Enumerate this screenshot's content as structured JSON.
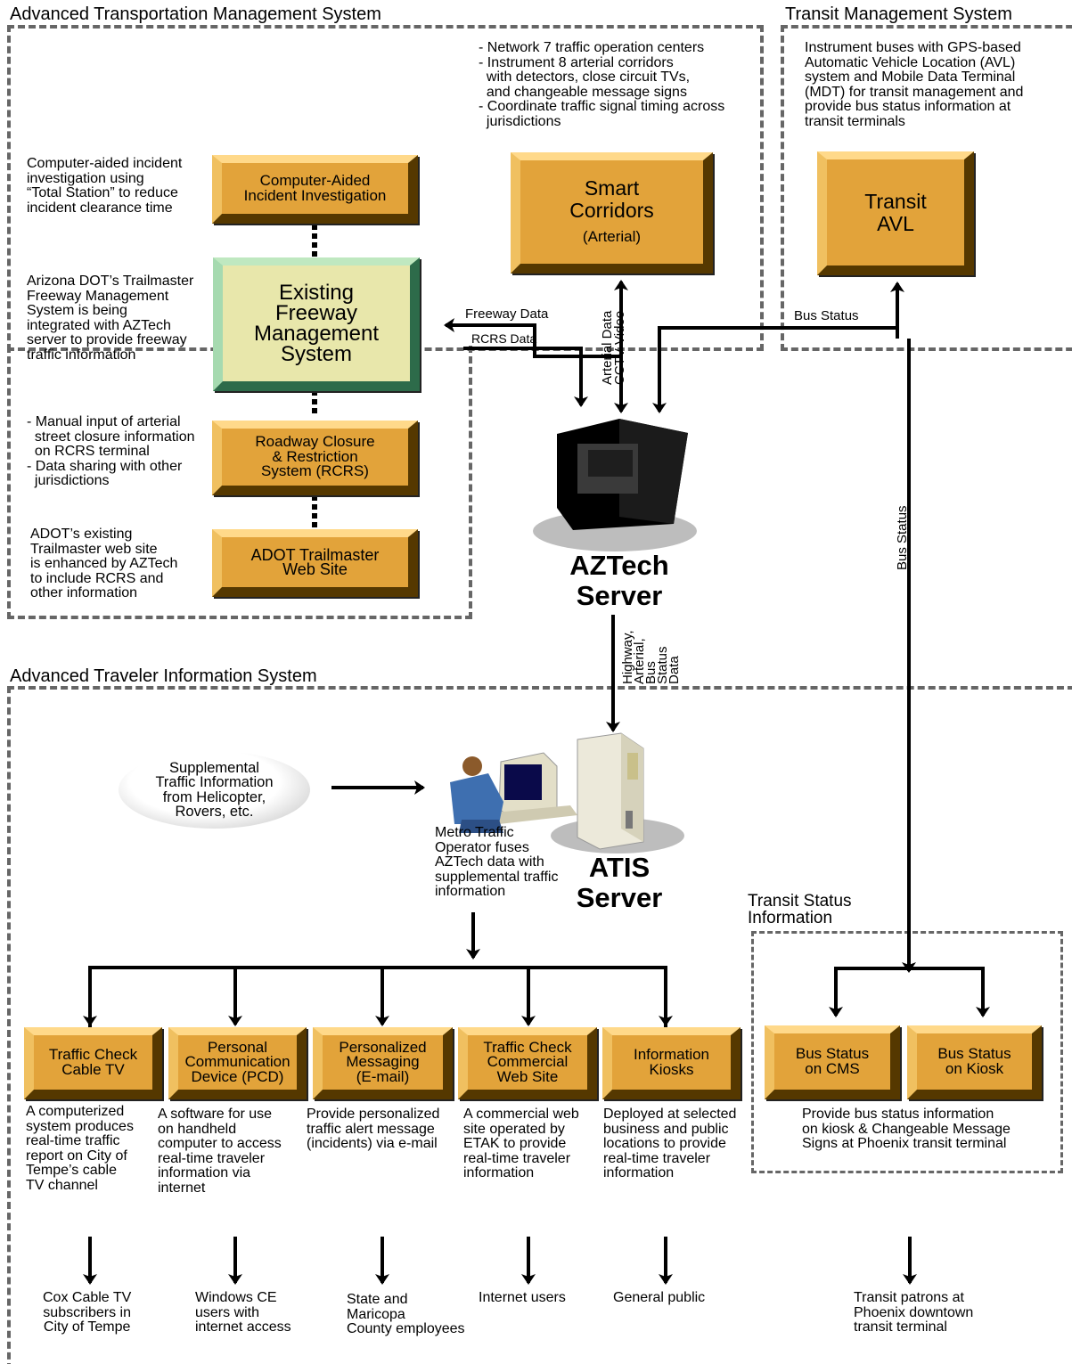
{
  "regions": {
    "atms": "Advanced Transportation Management System",
    "tms": "Transit Management System",
    "atis": "Advanced Traveler Information System",
    "transit_status": "Transit Status\nInformation"
  },
  "atms": {
    "incident_desc": "Computer-aided incident\ninvestigation using\n“Total Station” to reduce\nincident clearance time",
    "incident_box": "Computer-Aided\nIncident Investigation",
    "trailmaster_desc": "Arizona DOT’s Trailmaster\nFreeway Management\nSystem is being\nintegrated with AZTech\nserver to provide freeway\ntraffic information",
    "freeway_box": "Existing\nFreeway\nManagement\nSystem",
    "rcrs_desc": "- Manual input of arterial\n  street closure information\n  on RCRS terminal\n- Data sharing with other\n  jurisdictions",
    "rcrs_box": "Roadway Closure\n& Restriction\nSystem (RCRS)",
    "web_desc": "ADOT’s existing\nTrailmaster web site\nis enhanced by AZTech\nto include RCRS and\nother information",
    "web_box": "ADOT Trailmaster\nWeb Site",
    "corridor_desc": "- Network 7 traffic operation centers\n- Instrument 8 arterial corridors\n  with detectors, close circuit TVs,\n  and changeable message signs\n- Coordinate traffic signal timing across\n  jurisdictions",
    "corridor_box_main": "Smart\nCorridors",
    "corridor_box_sub": "(Arterial)"
  },
  "tms": {
    "desc": "Instrument buses with GPS-based\nAutomatic Vehicle Location (AVL)\nsystem and Mobile Data Terminal\n(MDT) for transit management and\nprovide bus status information at\ntransit terminals",
    "box": "Transit\nAVL"
  },
  "flows": {
    "freeway_data": "Freeway Data",
    "rcrs_data": "RCRS Data",
    "arterial_cctv": "Arterial Data\nCCTV Video",
    "bus_status_h": "Bus Status",
    "bus_status_v": "Bus Status",
    "to_atis": "Highway,\nArterial,\nBus\nStatus\nData"
  },
  "aztech_server": "AZTech\nServer",
  "atis_server": "ATIS\nServer",
  "supplemental": "Supplemental\nTraffic Information\nfrom Helicopter,\nRovers, etc.",
  "operator_desc": "Metro Traffic\nOperator fuses\nAZTech data with\nsupplemental traffic\ninformation",
  "outputs": [
    {
      "box": "Traffic Check\nCable TV",
      "desc": "A computerized\nsystem produces\nreal-time traffic\nreport on City of\nTempe’s cable\nTV channel",
      "users": "Cox Cable TV\nsubscribers in\nCity of Tempe"
    },
    {
      "box": "Personal\nCommunication\nDevice (PCD)",
      "desc": "A software for use\non handheld\ncomputer to access\nreal-time traveler\ninformation via\ninternet",
      "users": "Windows CE\nusers with\ninternet access"
    },
    {
      "box": "Personalized\nMessaging\n(E-mail)",
      "desc": "Provide personalized\ntraffic alert message\n(incidents) via  e-mail",
      "users": "State and\nMaricopa\nCounty employees"
    },
    {
      "box": "Traffic Check\nCommercial\nWeb Site",
      "desc": "A commercial web\nsite operated by\nETAK to provide\nreal-time traveler\ninformation",
      "users": "Internet users"
    },
    {
      "box": "Information\nKiosks",
      "desc": "Deployed at selected\nbusiness and public\nlocations to provide\nreal-time traveler\ninformation",
      "users": "General public"
    }
  ],
  "transit_outputs": {
    "cms_box": "Bus Status\non CMS",
    "kiosk_box": "Bus Status\non Kiosk",
    "desc": "Provide bus status information\non kiosk & Changeable Message\nSigns at Phoenix transit terminal",
    "users": "Transit patrons at\nPhoenix downtown\ntransit terminal"
  }
}
